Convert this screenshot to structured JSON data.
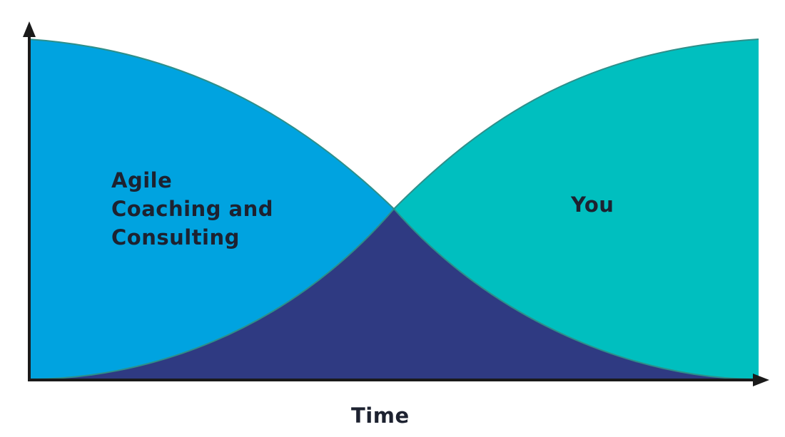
{
  "diagram": {
    "left_area_label_lines": [
      "Agile",
      "Coaching and",
      "Consulting"
    ],
    "right_area_label": "You",
    "x_axis_label": "Time",
    "colors": {
      "left_area": "#00A3E0",
      "right_area": "#00BFBF",
      "overlap_area": "#2F3A82",
      "curve_stroke": "#2E8F8A",
      "axis": "#1A1A1A",
      "text": "#1D2230"
    }
  }
}
